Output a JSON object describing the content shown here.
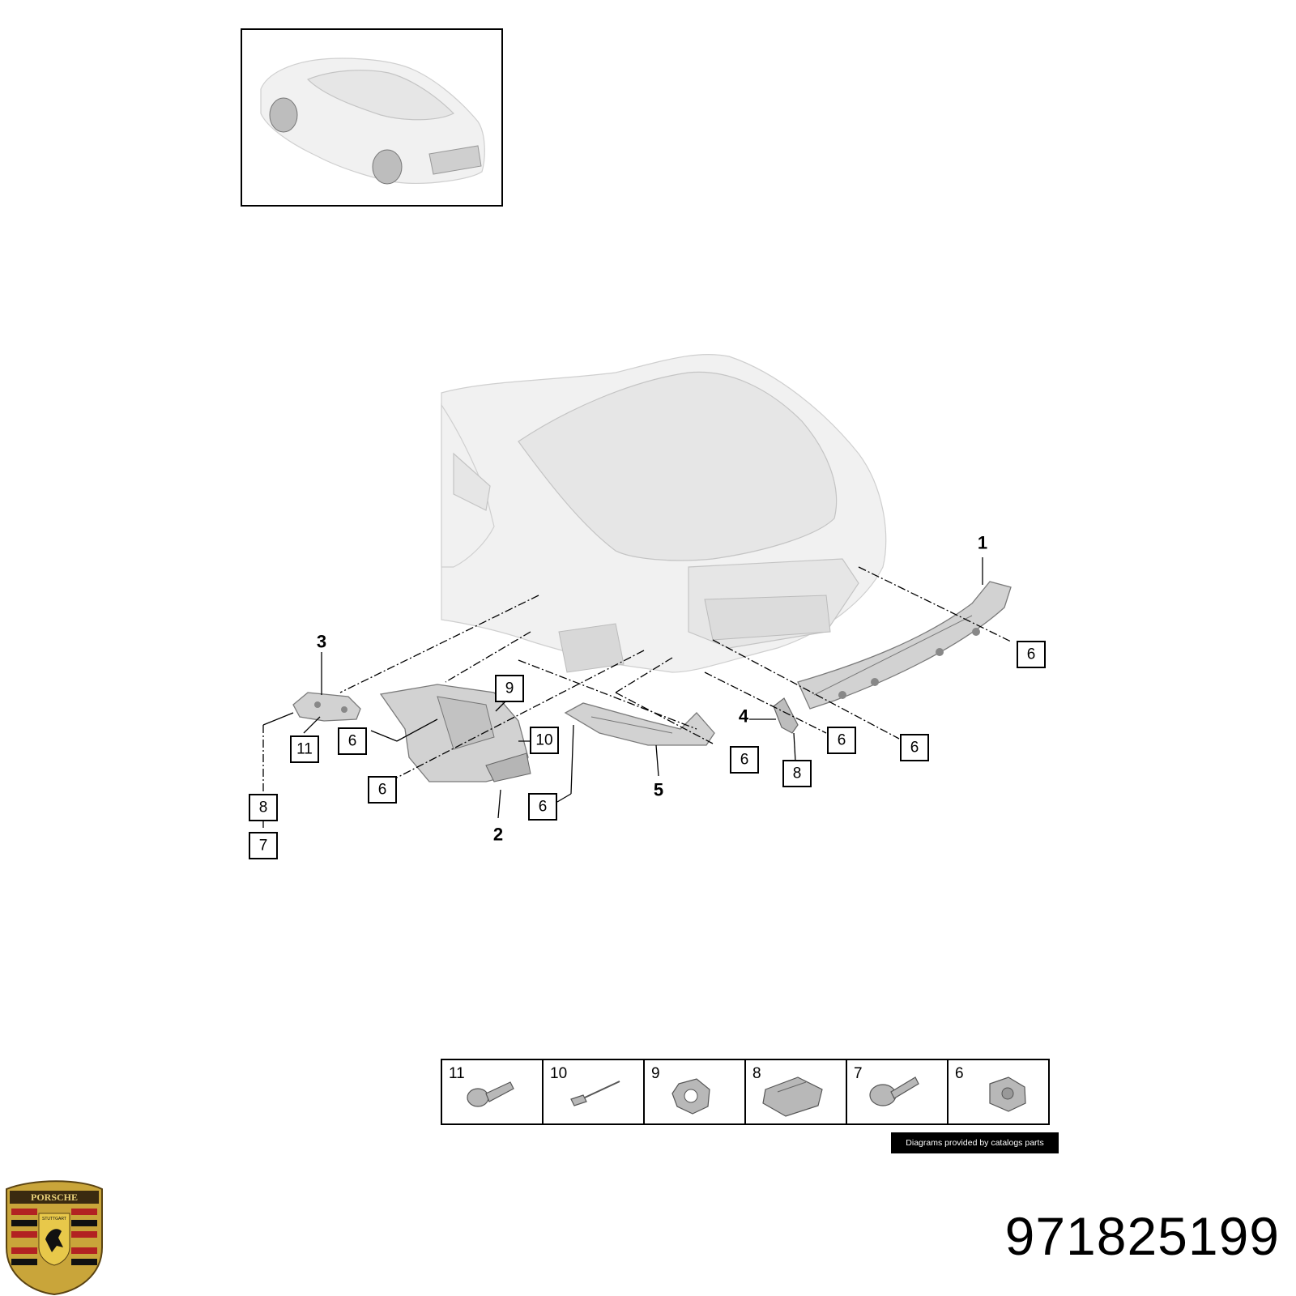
{
  "diagram": {
    "callouts": [
      {
        "id": "c1",
        "number": "1"
      },
      {
        "id": "c2",
        "number": "2"
      },
      {
        "id": "c3",
        "number": "3"
      },
      {
        "id": "c4",
        "number": "4"
      },
      {
        "id": "c5",
        "number": "5"
      },
      {
        "id": "c6a",
        "number": "6"
      },
      {
        "id": "c6b",
        "number": "6"
      },
      {
        "id": "c6c",
        "number": "6"
      },
      {
        "id": "c6d",
        "number": "6"
      },
      {
        "id": "c6e",
        "number": "6"
      },
      {
        "id": "c6f",
        "number": "6"
      },
      {
        "id": "c6g",
        "number": "6"
      },
      {
        "id": "c7",
        "number": "7"
      },
      {
        "id": "c8a",
        "number": "8"
      },
      {
        "id": "c8b",
        "number": "8"
      },
      {
        "id": "c9",
        "number": "9"
      },
      {
        "id": "c10",
        "number": "10"
      },
      {
        "id": "c11",
        "number": "11"
      }
    ],
    "legend": [
      {
        "number": "11",
        "icon": "bolt-flange-icon"
      },
      {
        "number": "10",
        "icon": "rivet-icon"
      },
      {
        "number": "9",
        "icon": "lock-washer-icon"
      },
      {
        "number": "8",
        "icon": "clip-nut-icon"
      },
      {
        "number": "7",
        "icon": "screw-washer-icon"
      },
      {
        "number": "6",
        "icon": "hex-nut-icon"
      }
    ]
  },
  "credit": "Diagrams provided by catalogs parts",
  "part_number": "971825199",
  "logo": {
    "text": "PORSCHE",
    "sub": "STUTTGART"
  },
  "colors": {
    "box_stroke": "#000000",
    "car_body": "#e6e6e6",
    "credit_bg": "#000000"
  }
}
